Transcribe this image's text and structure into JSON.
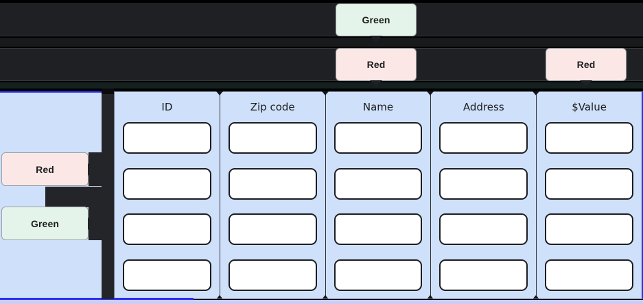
{
  "theme": {
    "panel_bg": "#cfe0fb",
    "panel_border_blue": "#2b2ff0",
    "chrome_dark": "#1f2023",
    "chip_green_bg": "#e4f4ea",
    "chip_red_bg": "#fbe8e6",
    "input_bg": "#ffffff",
    "input_border": "#1c1d20",
    "bottom_strip": "#ccccf7"
  },
  "annotations": {
    "green_top": {
      "label": "Green",
      "color": "green"
    },
    "red_top": {
      "label": "Red",
      "color": "red"
    },
    "red_right": {
      "label": "Red",
      "color": "red"
    },
    "red_left": {
      "label": "Red",
      "color": "red"
    },
    "green_left": {
      "label": "Green",
      "color": "green"
    }
  },
  "table": {
    "columns": [
      {
        "header": "ID",
        "cells": [
          "",
          "",
          "",
          ""
        ]
      },
      {
        "header": "Zip code",
        "cells": [
          "",
          "",
          "",
          ""
        ]
      },
      {
        "header": "Name",
        "cells": [
          "",
          "",
          "",
          ""
        ]
      },
      {
        "header": "Address",
        "cells": [
          "",
          "",
          "",
          ""
        ]
      },
      {
        "header": "$Value",
        "cells": [
          "",
          "",
          "",
          ""
        ]
      }
    ],
    "row_count": 4
  }
}
